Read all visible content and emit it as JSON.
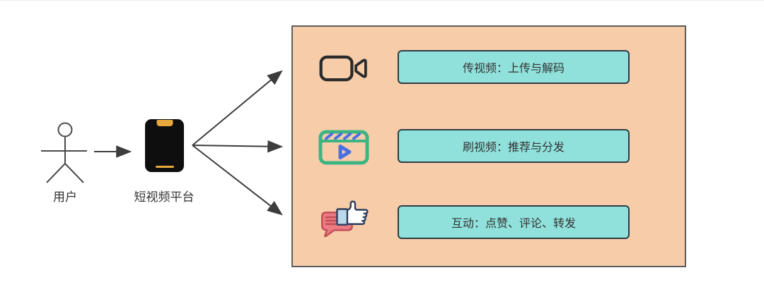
{
  "diagram": {
    "actor": {
      "label": "用户"
    },
    "platform": {
      "label": "短视频平台"
    },
    "container": {
      "fill": "#F7CDA9",
      "border": "#5C5C5C"
    },
    "features": [
      {
        "icon": "video-camera-icon",
        "label": "传视频：上传与解码"
      },
      {
        "icon": "film-clip-play-icon",
        "label": "刷视频：推荐与分发"
      },
      {
        "icon": "like-comment-icon",
        "label": "互动：点赞、评论、转发"
      }
    ],
    "feature_box": {
      "fill": "#90E1DB",
      "border": "#2F3B45",
      "text_color": "#333333"
    },
    "colors": {
      "connector": "#3D3D3D",
      "phone_body": "#0E0E0E",
      "phone_accent": "#E9A83E",
      "camera_stroke": "#2B2B2B",
      "clip_green": "#3CB583",
      "play_blue": "#4A6FE0",
      "bubble_pink": "#EC7A82",
      "bubble_line_red": "#C24D57",
      "hand_outline_navy": "#2E3F5C",
      "cuff_blue": "#BCD9EC"
    }
  }
}
